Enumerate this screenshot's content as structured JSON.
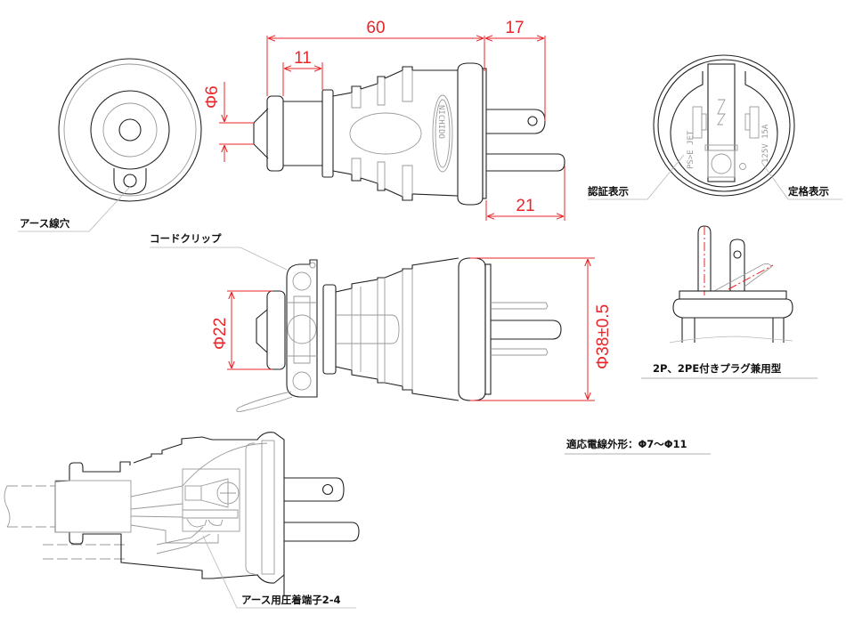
{
  "title": "Plug technical drawing",
  "dimensions": {
    "overall_length": "60",
    "clip_length": "11",
    "cord_end_dia": "Φ6",
    "blade_length_earth": "17",
    "blade_length_main": "21",
    "clip_dia": "Φ22",
    "body_dia": "Φ38±0.5"
  },
  "labels": {
    "earth_hole": "アース線穴",
    "cord_clip": "コードクリップ",
    "certification_mark": "認証表示",
    "rating_mark": "定格表示",
    "dual_type": "2P、2PE付きプラグ兼用型",
    "cable_range": "適応電線外形：Φ7～Φ11",
    "earth_terminal": "アース用圧着端子2-4"
  },
  "face_markings": {
    "cert_text": "PS>E JET",
    "rating_text": "125V 15A"
  },
  "brand": "NICHIDO",
  "colors": {
    "dimension": "#e8262a",
    "outline": "#222222",
    "hidden": "#9a9a9a"
  }
}
